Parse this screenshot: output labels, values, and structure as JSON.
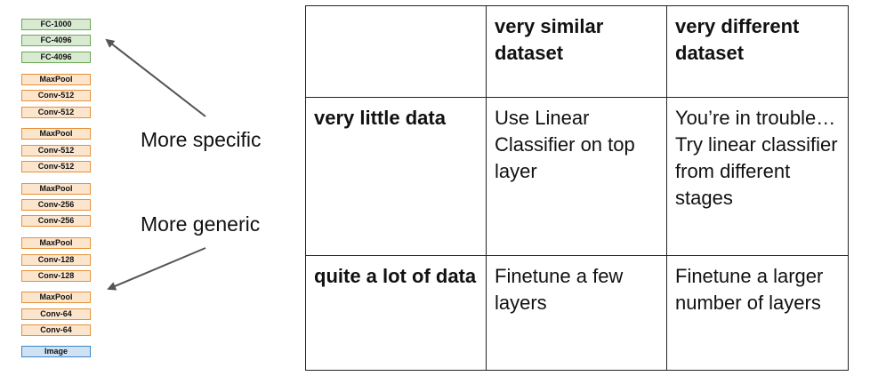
{
  "network": {
    "layers": [
      {
        "label": "FC-1000",
        "kind": "fc"
      },
      {
        "label": "FC-4096",
        "kind": "fc"
      },
      {
        "label": "FC-4096",
        "kind": "fc"
      },
      {
        "label": "MaxPool",
        "kind": "conv"
      },
      {
        "label": "Conv-512",
        "kind": "conv"
      },
      {
        "label": "Conv-512",
        "kind": "conv"
      },
      {
        "label": "MaxPool",
        "kind": "conv"
      },
      {
        "label": "Conv-512",
        "kind": "conv"
      },
      {
        "label": "Conv-512",
        "kind": "conv"
      },
      {
        "label": "MaxPool",
        "kind": "conv"
      },
      {
        "label": "Conv-256",
        "kind": "conv"
      },
      {
        "label": "Conv-256",
        "kind": "conv"
      },
      {
        "label": "MaxPool",
        "kind": "conv"
      },
      {
        "label": "Conv-128",
        "kind": "conv"
      },
      {
        "label": "Conv-128",
        "kind": "conv"
      },
      {
        "label": "MaxPool",
        "kind": "conv"
      },
      {
        "label": "Conv-64",
        "kind": "conv"
      },
      {
        "label": "Conv-64",
        "kind": "conv"
      },
      {
        "label": "Image",
        "kind": "input"
      }
    ]
  },
  "annotations": {
    "specific": "More specific",
    "generic": "More generic"
  },
  "colors": {
    "fc_fill": "#d9ead3",
    "fc_border": "#6aa84f",
    "conv_fill": "#fce5cd",
    "conv_border": "#e69138",
    "input_fill": "#cfe2f3",
    "input_border": "#3d85c6",
    "arrow": "#555555"
  },
  "table": {
    "header": [
      "",
      "very similar dataset",
      "very different dataset"
    ],
    "rows": [
      {
        "label": "very little data",
        "cells": [
          "Use Linear Classifier on top layer",
          "You’re in trouble… Try linear classifier from different stages"
        ]
      },
      {
        "label": "quite a lot of data",
        "cells": [
          "Finetune a few layers",
          "Finetune a larger number of layers"
        ]
      }
    ]
  }
}
